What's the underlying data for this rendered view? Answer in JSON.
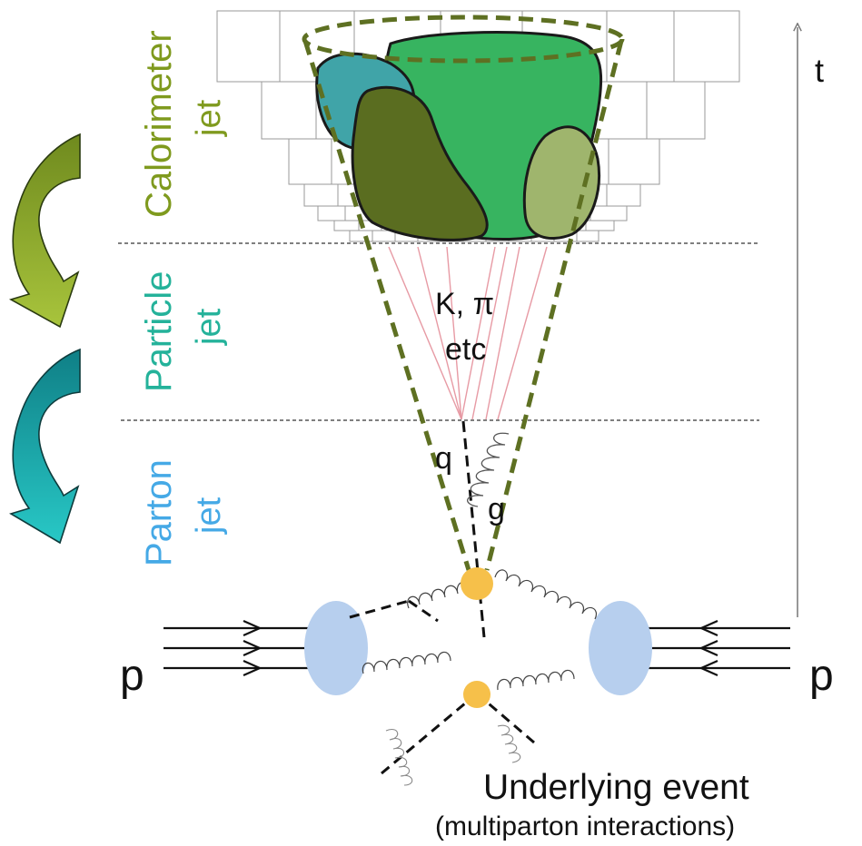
{
  "labels": {
    "calorimeter": "Calorimeter",
    "calorimeter_jet": "jet",
    "particle": "Particle",
    "particle_jet": "jet",
    "parton": "Parton",
    "parton_jet": "jet",
    "hadrons_line1": "K, π",
    "hadrons_line2": "etc",
    "quark": "q",
    "gluon": "g",
    "time_axis": "t",
    "proton_left": "p",
    "proton_right": "p",
    "underlying_event": "Underlying event",
    "underlying_event_sub": "(multiparton interactions)"
  },
  "colors": {
    "calorimeter_label": "#7f9a1e",
    "particle_label": "#24b29a",
    "parton_label": "#45a9e6",
    "cone": "#5e7022",
    "blob_main": "#37b460",
    "blob_teal": "#40a4a8",
    "blob_olive": "#5a6d20",
    "blob_khaki": "#9fb56d",
    "hadron_lines": "#e79aa4",
    "vertex": "#f6c04a",
    "proton_blob": "#b7cfee",
    "arrow_green": "#8ba32d",
    "arrow_teal": "#14a7a7"
  }
}
